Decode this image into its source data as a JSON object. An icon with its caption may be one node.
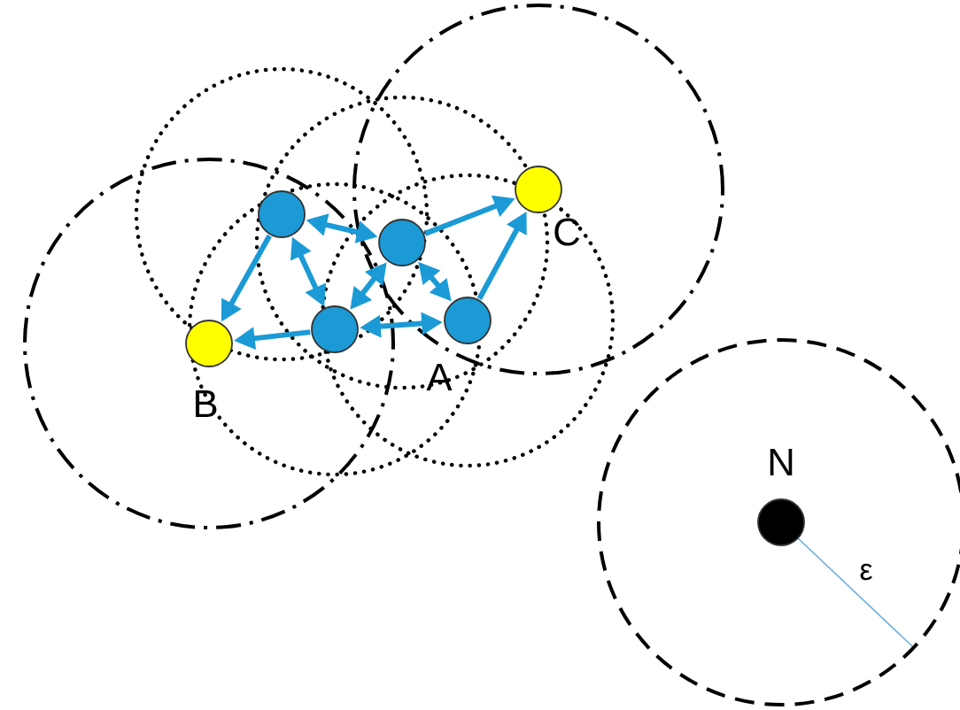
{
  "diagram": {
    "nodes": [
      {
        "text": [],
        "shape": "circle"
      },
      {
        "text": [],
        "shape": "circle"
      },
      {
        "text": [],
        "shape": "circle",
        "beside": [
          "C"
        ]
      },
      {
        "text": [],
        "shape": "circle"
      },
      {
        "text": [],
        "shape": "circle",
        "beside": [
          "A"
        ]
      },
      {
        "text": [],
        "shape": "circle",
        "beside": [
          "B"
        ]
      },
      {
        "text": [],
        "shape": "circle",
        "beside": [
          "N"
        ]
      }
    ],
    "edges": [
      {
        "from": 0,
        "to": 1,
        "arrow": "both"
      },
      {
        "from": 0,
        "to": 5,
        "arrow": "to"
      },
      {
        "from": 0,
        "to": 3,
        "arrow": "both"
      },
      {
        "from": 1,
        "to": 3,
        "arrow": "both"
      },
      {
        "from": 1,
        "to": 4,
        "arrow": "both"
      },
      {
        "from": 3,
        "to": 4,
        "arrow": "both"
      },
      {
        "from": 3,
        "to": 5,
        "arrow": "to"
      },
      {
        "from": 1,
        "to": 2,
        "arrow": "to"
      },
      {
        "from": 4,
        "to": 2,
        "arrow": "to"
      }
    ],
    "labels": [
      "ε"
    ]
  }
}
